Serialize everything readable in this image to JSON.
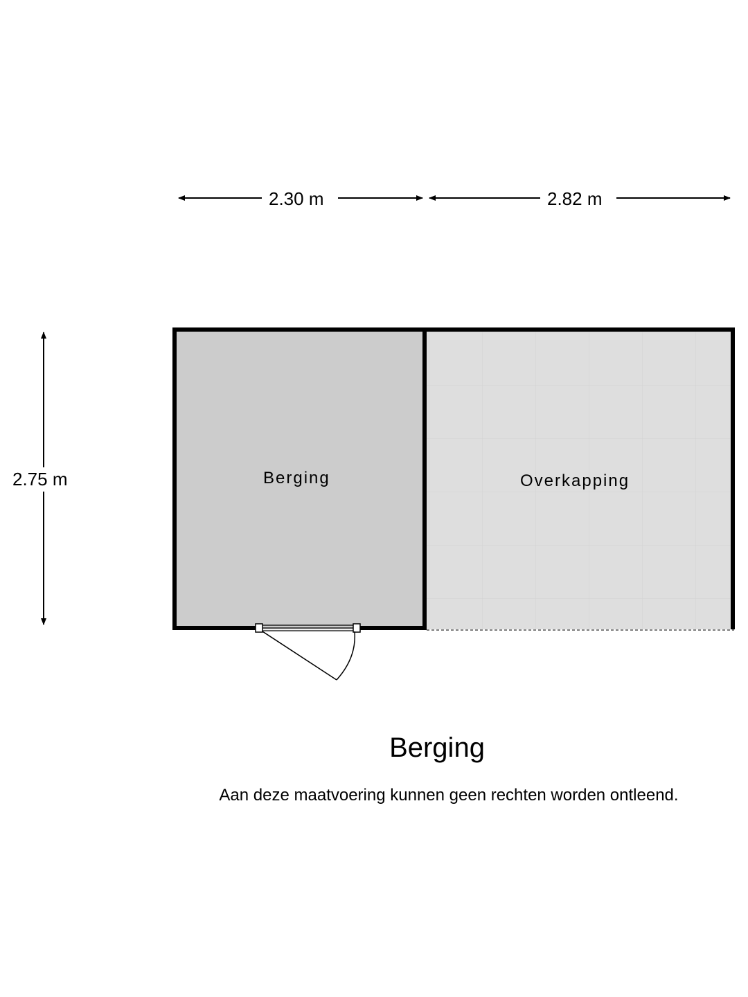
{
  "dimensions": {
    "top_left": "2.30 m",
    "top_right": "2.82 m",
    "left": "2.75 m"
  },
  "rooms": {
    "berging": "Berging",
    "overkapping": "Overkapping"
  },
  "title": "Berging",
  "disclaimer": "Aan deze maatvoering kunnen geen rechten worden ontleend.",
  "colors": {
    "berging_fill": "#cccccc",
    "overkapping_fill": "#dcdcdc",
    "wall": "#000000"
  }
}
